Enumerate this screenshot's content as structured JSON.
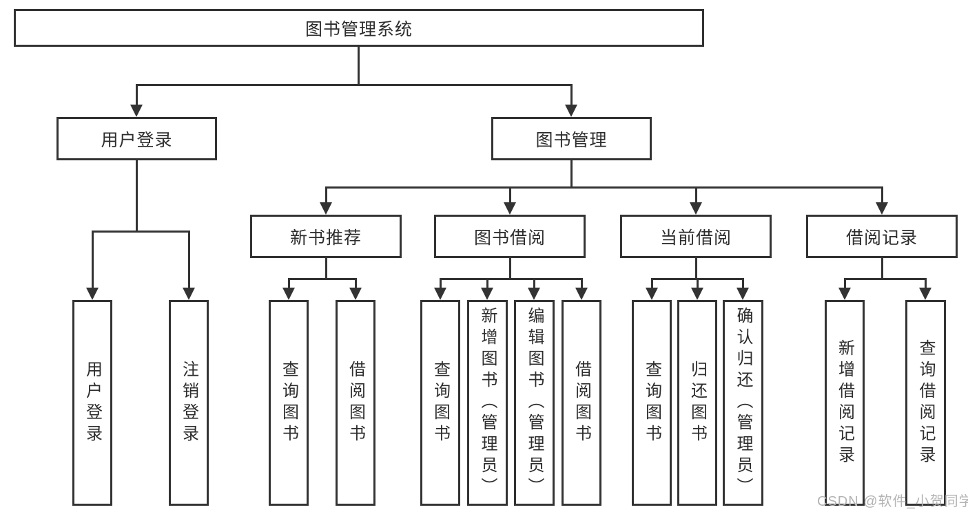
{
  "diagram": {
    "title": "图书管理系统",
    "root": {
      "label": "图书管理系统"
    },
    "branches": [
      {
        "label": "用户登录",
        "children": [
          {
            "label": "用户登录"
          },
          {
            "label": "注销登录"
          }
        ]
      },
      {
        "label": "图书管理",
        "children": [
          {
            "label": "新书推荐",
            "children": [
              {
                "label": "查询图书"
              },
              {
                "label": "借阅图书"
              }
            ]
          },
          {
            "label": "图书借阅",
            "children": [
              {
                "label": "查询图书"
              },
              {
                "label": "新增图书（管理员）"
              },
              {
                "label": "编辑图书（管理员）"
              },
              {
                "label": "借阅图书"
              }
            ]
          },
          {
            "label": "当前借阅",
            "children": [
              {
                "label": "查询图书"
              },
              {
                "label": "归还图书"
              },
              {
                "label": "确认归还（管理员）"
              }
            ]
          },
          {
            "label": "借阅记录",
            "children": [
              {
                "label": "新增借阅记录"
              },
              {
                "label": "查询借阅记录"
              }
            ]
          }
        ]
      }
    ]
  },
  "watermark": {
    "text": "CSDN @软件_小贺同学"
  },
  "colors": {
    "line": "#333333",
    "text": "#2d2d2d",
    "background": "#ffffff",
    "watermark": "#b3b3b3"
  }
}
